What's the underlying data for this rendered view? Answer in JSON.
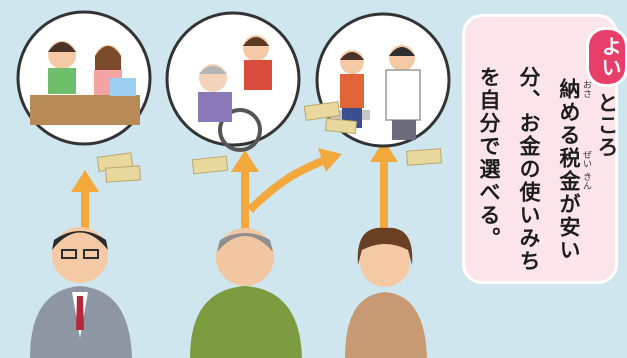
{
  "callout": {
    "badge": "よい",
    "badge_suffix": "ところ",
    "line1": "納める税金が安い",
    "line2": "分、お金の使いみち",
    "line3": "を自分で選べる。",
    "ruby_osa": "おさ",
    "ruby_zei": "ぜい",
    "ruby_kin": "きん"
  },
  "colors": {
    "background": "#cfe6ef",
    "arrow": "#f2a83b",
    "callout_bg": "#fbe5ea",
    "badge": "#e83f6a"
  }
}
